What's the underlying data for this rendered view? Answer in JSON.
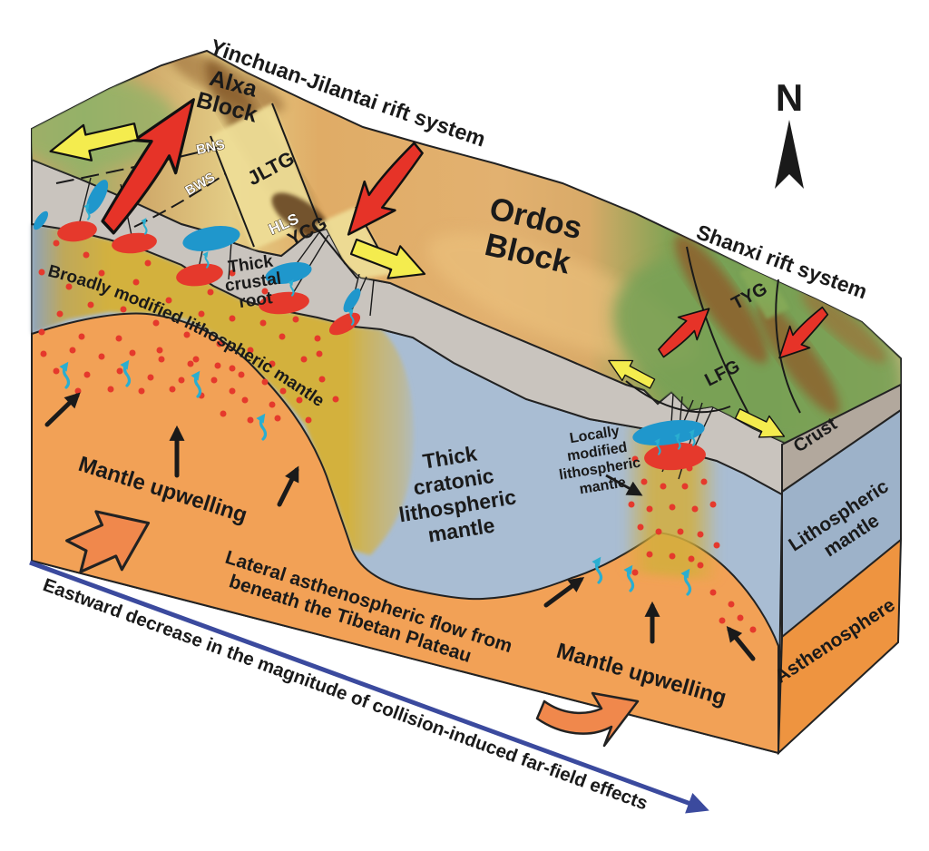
{
  "surface": {
    "north": "N",
    "rift_system_nw": "Yinchuan-Jilantai rift system",
    "alxa_line1": "Alxa",
    "alxa_line2": "Block",
    "ordos_line1": "Ordos",
    "ordos_line2": "Block",
    "shanxi_rift": "Shanxi rift system",
    "faults": {
      "bns": "BNS",
      "bws": "BWS"
    },
    "grabens": {
      "jltg": "JLTG",
      "hls": "HLS",
      "ycg": "YCG",
      "tyg": "TYG",
      "lfg": "LFG"
    }
  },
  "section": {
    "thick_crustal_root_line1": "Thick",
    "thick_crustal_root_line2": "crustal",
    "thick_crustal_root_line3": "root",
    "broadly_modified": "Broadly modified lithospheric mantle",
    "thick_cratonic_line1": "Thick",
    "thick_cratonic_line2": "cratonic",
    "thick_cratonic_line3": "lithospheric",
    "thick_cratonic_line4": "mantle",
    "locally_modified_line1": "Locally",
    "locally_modified_line2": "modified",
    "locally_modified_line3": "lithospheric",
    "locally_modified_line4": "mantle",
    "mantle_upwelling_west": "Mantle upwelling",
    "mantle_upwelling_east": "Mantle upwelling"
  },
  "side_face": {
    "crust": "Crust",
    "lithospheric_mantle_line1": "Lithospheric",
    "lithospheric_mantle_line2": "mantle",
    "asthenosphere": "Asthenosphere"
  },
  "annotations": {
    "lateral_flow_line1": "Lateral asthenospheric flow from",
    "lateral_flow_line2": "beneath the Tibetan Plateau",
    "eastward_gradient": "Eastward decrease in the magnitude of collision-induced far-field effects"
  },
  "colors": {
    "crust_face": "#c9c4be",
    "crust_side": "#b2a89d",
    "lithospheric_mantle": "#a9bdd3",
    "lithospheric_mantle_side": "#9db2c9",
    "asthenosphere": "#f2a156",
    "asthenosphere_side": "#ee9440",
    "modified_mantle": "#d3b13e",
    "magma_blue": "#1f97cc",
    "melt_red": "#e5392c",
    "extension_arrow_red": "#e63328",
    "block_arrow_yellow": "#f4ec4e",
    "flow_arrow_orange": "#f0884c",
    "fluid_cyan": "#2aaed0",
    "eastward_blue": "#3b4a9e",
    "lateral_text_orange": "#f0922e"
  }
}
